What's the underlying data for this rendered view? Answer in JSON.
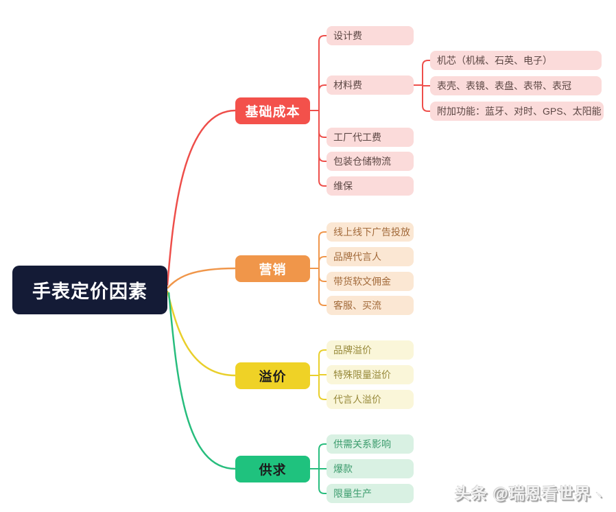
{
  "root": {
    "label": "手表定价因素",
    "bg_color": "#141b36",
    "text_color": "#ffffff"
  },
  "branches": [
    {
      "label": "基础成本",
      "color": "#f3514b",
      "light_color": "#fbdbda",
      "children": [
        {
          "label": "设计费"
        },
        {
          "label": "材料费",
          "children": [
            {
              "label": "机芯（机械、石英、电子）"
            },
            {
              "label": "表壳、表镜、表盘、表带、表冠"
            },
            {
              "label": "附加功能：蓝牙、对时、GPS、太阳能"
            }
          ]
        },
        {
          "label": "工厂代工费"
        },
        {
          "label": "包装仓储物流"
        },
        {
          "label": "维保"
        }
      ]
    },
    {
      "label": "营销",
      "color": "#f0964a",
      "light_color": "#fbe7d3",
      "children": [
        {
          "label": "线上线下广告投放"
        },
        {
          "label": "品牌代言人"
        },
        {
          "label": "带货软文佣金"
        },
        {
          "label": "客服、买流"
        }
      ]
    },
    {
      "label": "溢价",
      "color": "#efd226",
      "light_color": "#faf6d9",
      "children": [
        {
          "label": "品牌溢价"
        },
        {
          "label": "特殊限量溢价"
        },
        {
          "label": "代言人溢价"
        }
      ]
    },
    {
      "label": "供求",
      "color": "#1fc27e",
      "light_color": "#d9f1e3",
      "children": [
        {
          "label": "供需关系影响"
        },
        {
          "label": "爆款"
        },
        {
          "label": "限量生产"
        }
      ]
    }
  ],
  "watermark": {
    "text": "头条 @瑞恩看世界",
    "mark": "ヽ"
  }
}
